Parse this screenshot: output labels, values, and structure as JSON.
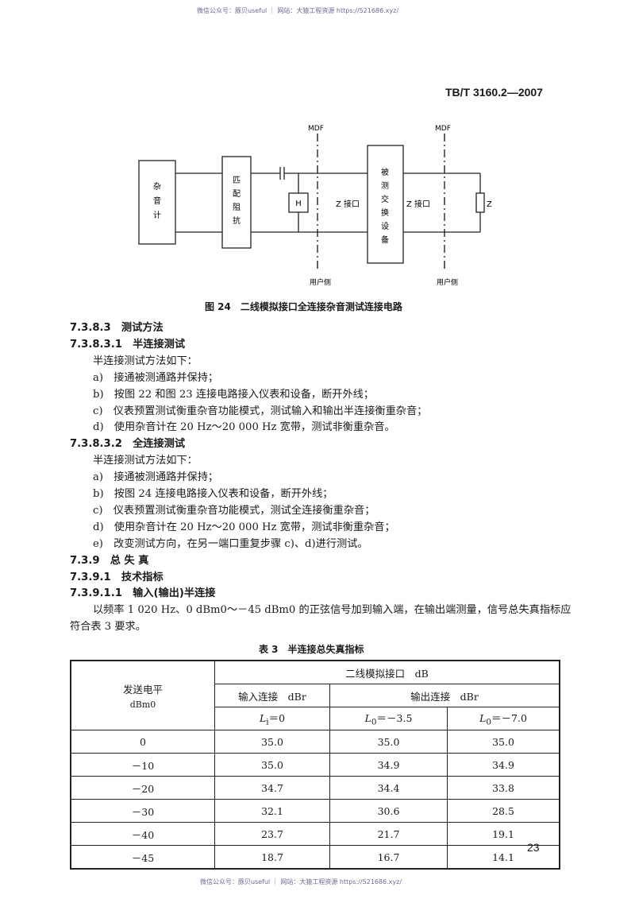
{
  "watermark_top": "微信公众号：豚贝useful ｜ 网站：大猿工程资源 https://521686.xyz/",
  "watermark_bottom": "微信公众号：豚贝useful ｜ 网站：大猿工程资源 https://521686.xyz/",
  "doc_number": "TB/T 3160.2—2007",
  "figure": {
    "labels": {
      "noise_meter": "杂音计",
      "matching_impedance": "匹配阻抗",
      "h_box": "H",
      "switch_under_test": "被测交换设备",
      "z_left": "Z 接口",
      "z_right": "Z 接口",
      "mdf_left": "MDF",
      "mdf_right": "MDF",
      "user_side_left": "用户侧",
      "user_side_right": "用户侧",
      "z_load": "Z"
    },
    "caption": "图 24　二线模拟接口全连接杂音测试连接电路"
  },
  "body": [
    {
      "text": "7.3.8.3　测试方法",
      "bold": true
    },
    {
      "text": "7.3.8.3.1　半连接测试",
      "bold": true
    },
    {
      "text": "半连接测试方法如下：",
      "indent": true
    },
    {
      "text": "a)　接通被测通路并保持；",
      "indent": true
    },
    {
      "text": "b)　按图 22 和图 23 连接电路接入仪表和设备，断开外线；",
      "indent": true
    },
    {
      "text": "c)　仪表预置测试衡重杂音功能模式，测试输入和输出半连接衡重杂音；",
      "indent": true
    },
    {
      "text": "d)　使用杂音计在 20 Hz～20 000 Hz 宽带，测试非衡重杂音。",
      "indent": true
    },
    {
      "text": "7.3.8.3.2　全连接测试",
      "bold": true
    },
    {
      "text": "半连接测试方法如下：",
      "indent": true
    },
    {
      "text": "a)　接通被测通路并保持；",
      "indent": true
    },
    {
      "text": "b)　按图 24 连接电路接入仪表和设备，断开外线；",
      "indent": true
    },
    {
      "text": "c)　仪表预置测试衡重杂音功能模式，测试全连接衡重杂音；",
      "indent": true
    },
    {
      "text": "d)　使用杂音计在 20 Hz～20 000 Hz 宽带，测试非衡重杂音；",
      "indent": true
    },
    {
      "text": "e)　改变测试方向，在另一端口重复步骤 c)、d)进行测试。",
      "indent": true
    },
    {
      "text": "7.3.9　总 失 真",
      "bold": true
    },
    {
      "text": "7.3.9.1　技术指标",
      "bold": true
    },
    {
      "text": "7.3.9.1.1　输入(输出)半连接",
      "bold": true
    },
    {
      "text": "以频率 1 020 Hz、0 dBm0～－45 dBm0 的正弦信号加到输入端，在输出端测量，信号总失真指标应",
      "indent": true
    },
    {
      "text": "符合表 3 要求。",
      "indent": false
    }
  ],
  "table": {
    "caption": "表 3　半连接总失真指标",
    "header": {
      "send_level": "发送电平",
      "send_unit": "dBm0",
      "group": "二线模拟接口　dB",
      "input_conn": "输入连接　dBr",
      "output_conn": "输出连接　dBr",
      "li": "L",
      "li_sub": "i",
      "li_val": "＝0",
      "lo1": "L",
      "lo1_sub": "0",
      "lo1_val": "＝－3.5",
      "lo2": "L",
      "lo2_sub": "0",
      "lo2_val": "＝－7.0"
    },
    "rows": [
      [
        "0",
        "35.0",
        "35.0",
        "35.0"
      ],
      [
        "－10",
        "35.0",
        "34.9",
        "34.9"
      ],
      [
        "－20",
        "34.7",
        "34.4",
        "33.8"
      ],
      [
        "－30",
        "32.1",
        "30.6",
        "28.5"
      ],
      [
        "－40",
        "23.7",
        "21.7",
        "19.1"
      ],
      [
        "－45",
        "18.7",
        "16.7",
        "14.1"
      ]
    ]
  },
  "page_number": "23"
}
